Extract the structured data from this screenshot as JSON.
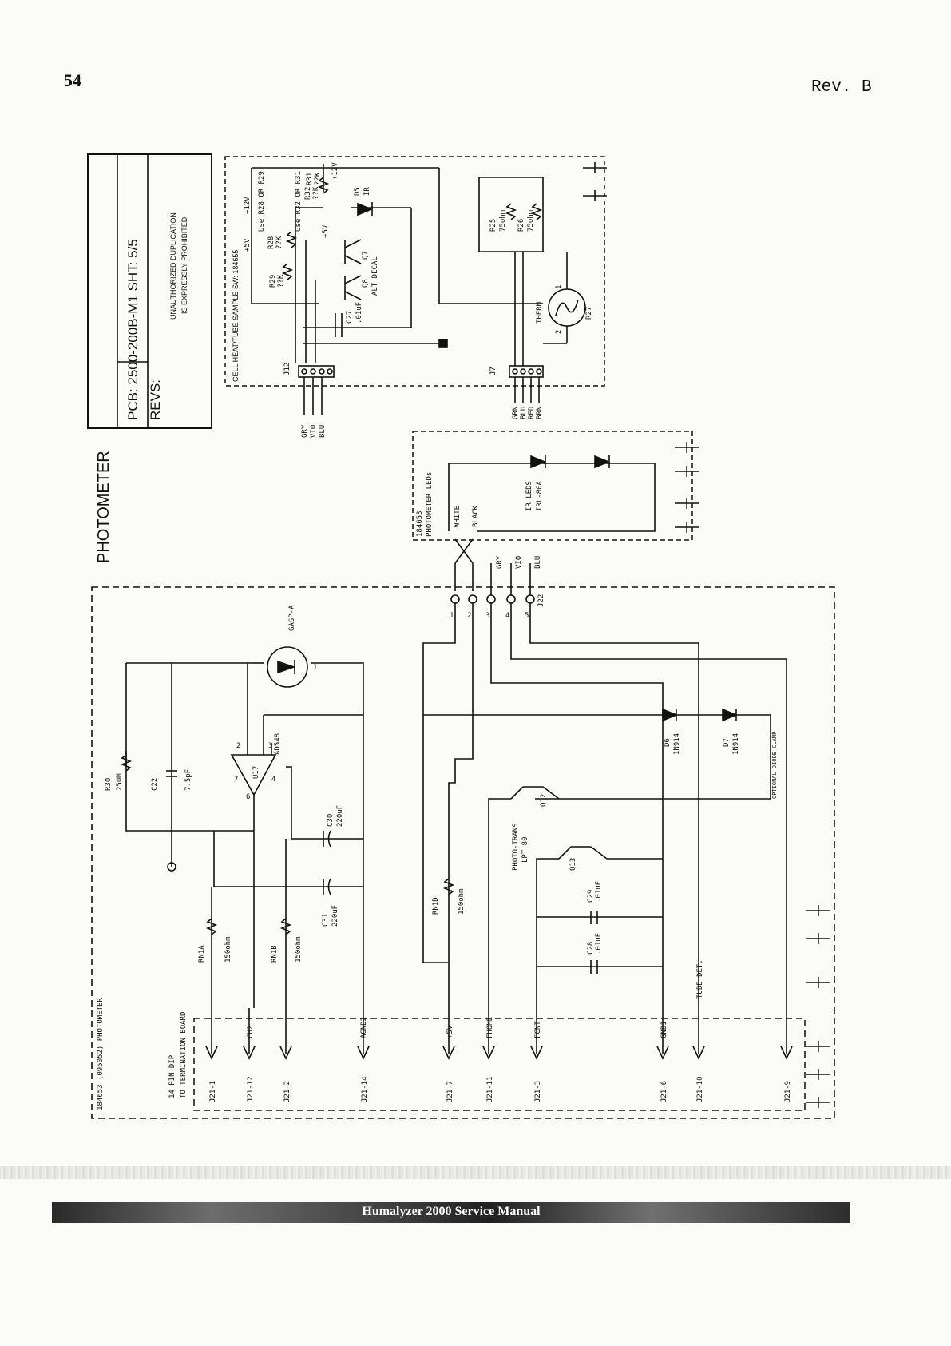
{
  "page": {
    "number": "54",
    "revision": "Rev. B"
  },
  "footer": {
    "title": "Humalyzer 2000 Service Manual"
  },
  "title_block": {
    "pcb": "PCB:  2500-200B-M1 SHT:  5/5",
    "revs": "REVS:",
    "notice_1": "UNAUTHORIZED DUPLICATION",
    "notice_2": "IS EXPRESSLY PROHIBITED",
    "section": "PHOTOMETER"
  },
  "cell_heat_block": {
    "title": "CELL HEAT/TUBE SAMPLE SW: 184655",
    "labels": [
      "+12V",
      "+5V",
      "+12V",
      "+5V",
      "Use R28 OR R29",
      "R28",
      "??K",
      "R29",
      "??K",
      "Use R32 OR R31",
      "R32",
      "??K",
      "R31",
      "??K",
      "D5",
      "IR",
      "Q7",
      "Q8",
      "ALT DECAL",
      "C27",
      ".01uF",
      "J12",
      "GRY",
      "VIO",
      "BLU",
      "R25",
      "75ohm",
      "R26",
      "75ohm",
      "THERM",
      "R27",
      "1",
      "2",
      "J7",
      "GRN",
      "BLU",
      "RED",
      "BRN"
    ]
  },
  "led_block": {
    "title_1": "184653",
    "title_2": "PHOTOMETER LEDs",
    "white": "WHITE",
    "black": "BLACK",
    "ir_1": "IR LEDS",
    "ir_2": "IRL-80A"
  },
  "main_block": {
    "title": "184653 (095052) PHOTOMETER",
    "connector_labels": [
      "GRY",
      "VIO",
      "BLU",
      "1",
      "2",
      "3",
      "4",
      "5",
      "J22"
    ],
    "gasp": "GASP-A",
    "r30": "R30",
    "r30_val": "250M",
    "c22": "C22",
    "c22_val": "7.5pF",
    "u17": "U17",
    "ad548": "AD548",
    "pins": [
      "2",
      "3",
      "7",
      "4",
      "6",
      "1"
    ],
    "c30": "C30",
    "c30_val": "220uF",
    "c31": "C31",
    "c31_val": "220uF",
    "rn1a": "RN1A",
    "rn1a_val": "150ohm",
    "rn1b": "RN1B",
    "rn1b_val": "150ohm",
    "rn1d": "RN1D",
    "rn1d_val": "150ohm",
    "d6": "D6",
    "d6_val": "1N914",
    "d7": "D7",
    "d7_val": "1N914",
    "clamp": "OPTIONAL DIODE CLAMP",
    "q12": "Q12",
    "q13": "Q13",
    "photo_trans_1": "PHOTO-TRANS",
    "photo_trans_2": "LPT-80",
    "c29": "C29",
    "c29_val": ".01uF",
    "c28": "C28",
    "c28_val": ".01uF",
    "dip_1": "14 PIN DIP",
    "dip_2": "TO TERMINATION BOARD",
    "tube_det": "TUBE DET."
  },
  "signals": [
    "CH2",
    "AGND2",
    "+5V",
    "FHOME",
    "FCNT",
    "GND1",
    "TUBE DET."
  ],
  "terminals": [
    "J21-1",
    "J21-12",
    "J21-2",
    "J21-14",
    "J21-7",
    "J21-11",
    "J21-3",
    "J21-6",
    "J21-10",
    "J21-9"
  ]
}
